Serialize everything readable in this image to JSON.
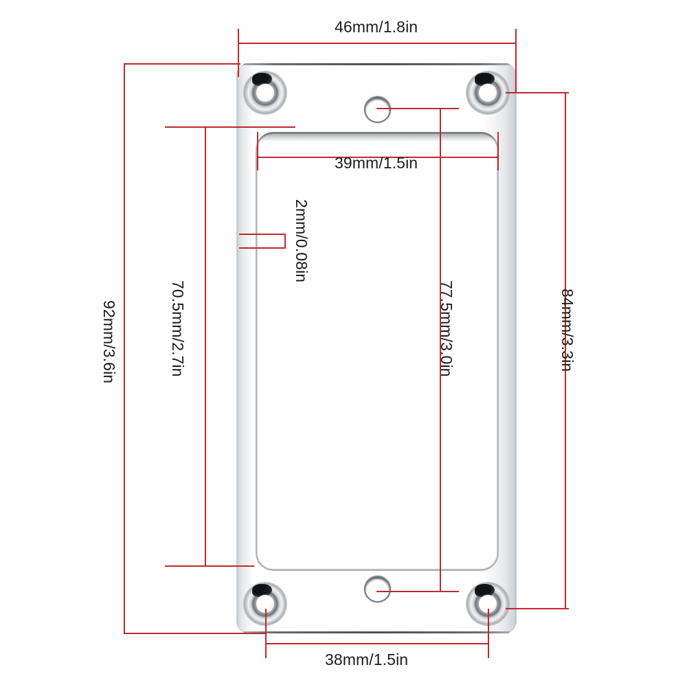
{
  "diagram": {
    "title": "Humbucker pickup mounting ring dimensions",
    "subject": "guitar-pickup-mounting-ring",
    "line_color": "#c0282d",
    "text_color": "#1b1b1b",
    "background": "#ffffff",
    "dimensions": {
      "top_width": "46mm/1.8in",
      "inner_width": "39mm/1.5in",
      "wall_thickness": "2mm/0.08in",
      "outer_height_left": "92mm/3.6in",
      "inner_height_left": "70.5mm/2.7in",
      "inner_height_right": "77.5mm/3.0in",
      "screw_span_height": "84mm/3.3in",
      "bottom_width": "38mm/1.5in"
    },
    "features": {
      "screw_holes": 4,
      "centre_holes": 2,
      "finish": "chrome"
    }
  }
}
